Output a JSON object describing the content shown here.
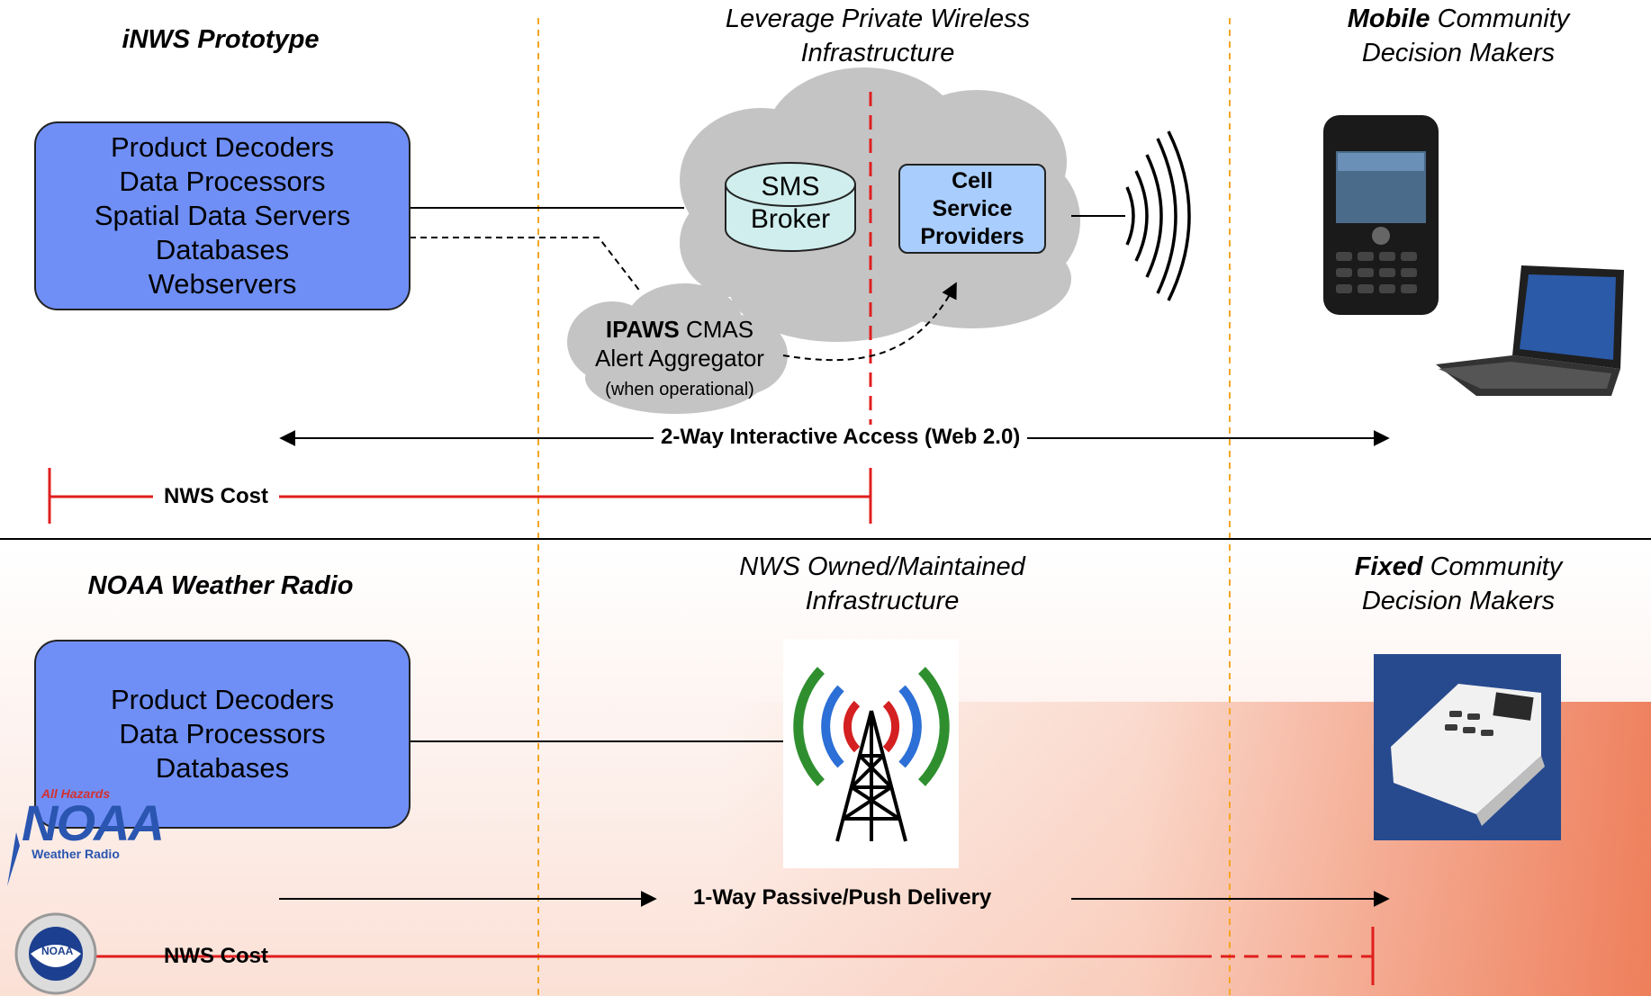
{
  "top_section": {
    "left_title": "iNWS Prototype",
    "middle_title_line1": "Leverage Private Wireless",
    "middle_title_line2": "Infrastructure",
    "right_title_bold": "Mobile",
    "right_title_rest": " Community",
    "right_title_line2": "Decision Makers",
    "server_box_lines": [
      "Product Decoders",
      "Data Processors",
      "Spatial Data Servers",
      "Databases",
      "Webservers"
    ],
    "sms_broker_line1": "SMS",
    "sms_broker_line2": "Broker",
    "cell_provider_lines": [
      "Cell",
      "Service",
      "Providers"
    ],
    "ipaws_bold": "IPAWS",
    "ipaws_rest": " CMAS",
    "ipaws_line2": "Alert Aggregator",
    "ipaws_note": "(when operational)",
    "access_arrow_label": "2-Way Interactive Access (Web 2.0)",
    "cost_label": "NWS Cost"
  },
  "bottom_section": {
    "left_title": "NOAA Weather Radio",
    "middle_title_line1": "NWS Owned/Maintained",
    "middle_title_line2": "Infrastructure",
    "right_title_bold": "Fixed",
    "right_title_rest": " Community",
    "right_title_line2": "Decision Makers",
    "server_box_lines": [
      "Product Decoders",
      "Data Processors",
      "Databases"
    ],
    "delivery_arrow_label": "1-Way Passive/Push Delivery",
    "cost_label": "NWS Cost"
  },
  "logos": {
    "nwr_logo_top": "All Hazards",
    "nwr_logo_main": "NOAA",
    "nwr_logo_sub": "Weather Radio",
    "noaa_seal": "NOAA"
  },
  "colors": {
    "server_box": "#6f8ff6",
    "cloud": "#c4c4c4",
    "cost_line": "#e01e1e",
    "divider_dashed": "#f5a623",
    "cell_box": "#a9cdfc"
  },
  "icons": [
    "phone-icon",
    "laptop-icon",
    "signal-waves-icon",
    "radio-tower-icon",
    "weather-radio-icon"
  ]
}
